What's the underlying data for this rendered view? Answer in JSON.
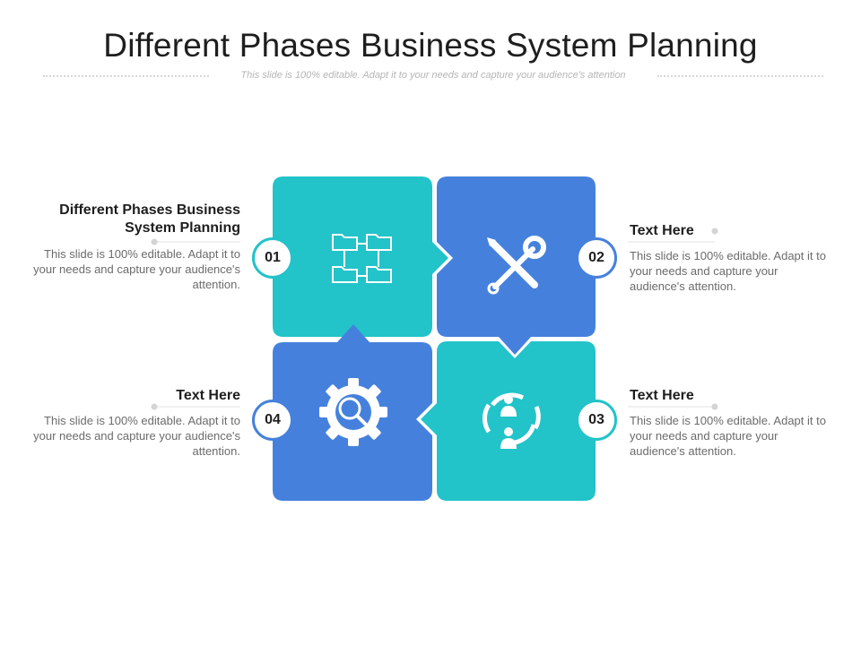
{
  "title": "Different Phases Business System Planning",
  "subtitle": "This slide is 100% editable. Adapt it to your needs and capture your audience's attention",
  "colors": {
    "teal": "#22C3C9",
    "blue": "#4581DC",
    "text_dark": "#1e1e1e",
    "text_gray": "#6b6b6b"
  },
  "phases": [
    {
      "number": "01",
      "heading": "Different Phases Business System Planning",
      "description": "This slide is 100% editable. Adapt it to your needs and capture your audience's attention.",
      "icon": "folder-network-icon",
      "color": "teal"
    },
    {
      "number": "02",
      "heading": "Text Here",
      "description": "This slide is 100% editable. Adapt it to your needs and capture your audience's attention.",
      "icon": "tools-icon",
      "color": "blue"
    },
    {
      "number": "03",
      "heading": "Text Here",
      "description": "This slide is 100% editable. Adapt it to your needs and capture your audience's attention.",
      "icon": "people-cycle-icon",
      "color": "teal"
    },
    {
      "number": "04",
      "heading": "Text Here",
      "description": "This slide is 100% editable. Adapt it to your needs and capture your audience's attention.",
      "icon": "gear-search-icon",
      "color": "blue"
    }
  ]
}
